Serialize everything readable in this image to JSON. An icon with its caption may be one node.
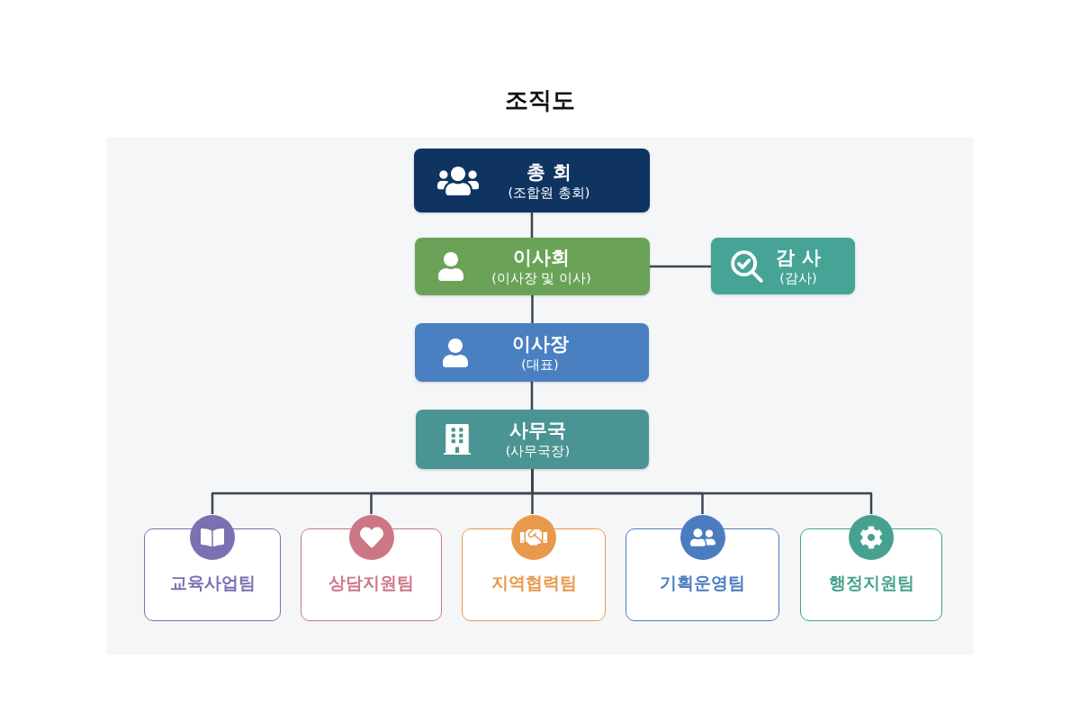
{
  "diagram": {
    "title": "조직도",
    "nodes": [
      {
        "text": [
          "총 회",
          "(조합원 총회)"
        ]
      },
      {
        "text": [
          "이사회",
          "(이사장 및 이사)"
        ]
      },
      {
        "text": [
          "감 사",
          "(감사)"
        ]
      },
      {
        "text": [
          "이사장",
          "(대표)"
        ]
      },
      {
        "text": [
          "사무국",
          "(사무국장)"
        ]
      },
      {
        "text": [
          "교육사업팀"
        ]
      },
      {
        "text": [
          "상담지원팀"
        ]
      },
      {
        "text": [
          "지역협력팀"
        ]
      },
      {
        "text": [
          "기획운영팀"
        ]
      },
      {
        "text": [
          "행정지원팀"
        ]
      }
    ],
    "edges": [
      {
        "from": 0,
        "to": 1,
        "arrow": "none"
      },
      {
        "from": 1,
        "to": 2,
        "arrow": "none"
      },
      {
        "from": 1,
        "to": 3,
        "arrow": "none"
      },
      {
        "from": 3,
        "to": 4,
        "arrow": "none"
      },
      {
        "from": 4,
        "to": 5,
        "arrow": "none"
      },
      {
        "from": 4,
        "to": 6,
        "arrow": "none"
      },
      {
        "from": 4,
        "to": 7,
        "arrow": "none"
      },
      {
        "from": 4,
        "to": 8,
        "arrow": "none"
      },
      {
        "from": 4,
        "to": 9,
        "arrow": "none"
      }
    ]
  }
}
